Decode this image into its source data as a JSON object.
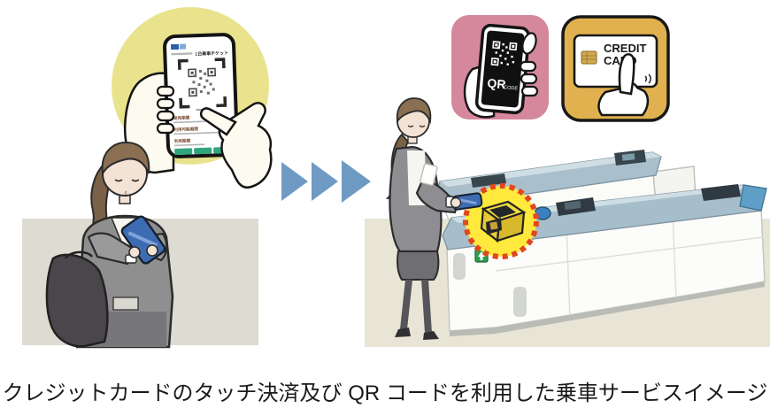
{
  "caption": "クレジットカードのタッチ決済及び QR コードを利用した乗車サービスイメージ",
  "left_scene": {
    "phone_ticket": {
      "title": "1日乗車チケット",
      "sections": [
        {
          "label": "発売期間"
        },
        {
          "label": "利用可能期間"
        },
        {
          "label": "利用期間"
        }
      ]
    }
  },
  "badges": {
    "qr_code": {
      "title": "QR",
      "subtitle": "CODE",
      "bg": "#d5889b"
    },
    "credit_card": {
      "line1": "CREDIT",
      "line2": "CARD",
      "bg": "#e1b14f"
    }
  },
  "colors": {
    "highlight_circle": "#ffe93c",
    "highlight_ring": "#e2471d",
    "arrow_blue": "#6f9ac3",
    "spot_circle": "#e9e38e",
    "phone_blue": "#3e6cb3",
    "gate_deck": "#a6becb",
    "floor_beige": "#e8e5d7",
    "left_backdrop": "#dedcd2",
    "button_green": "#2fa67d"
  }
}
